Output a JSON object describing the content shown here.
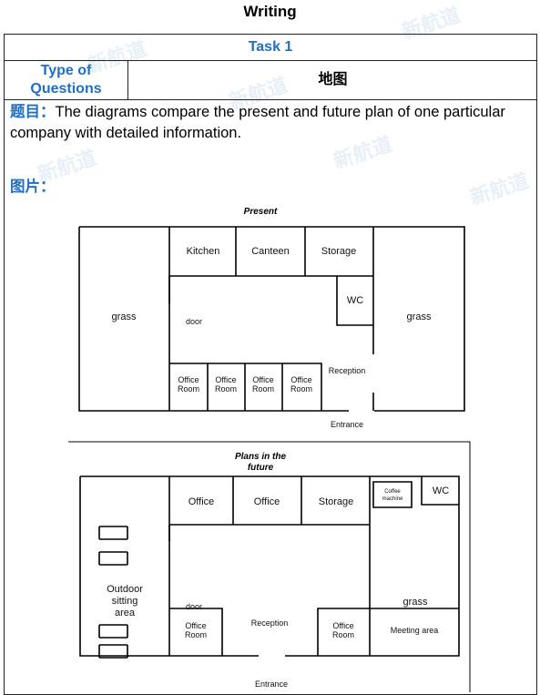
{
  "document": {
    "title": "Writing",
    "task": "Task 1",
    "type_label": "Type of Questions",
    "type_value": "地图",
    "question_label": "题目：",
    "question_text": "The diagrams compare the present and future plan of one particular company with detailed information.",
    "picture_label": "图片："
  },
  "present": {
    "title": "Present",
    "rooms": {
      "kitchen": "Kitchen",
      "canteen": "Canteen",
      "storage": "Storage",
      "wc": "WC",
      "grass_left": "grass",
      "grass_right": "grass",
      "door": "door",
      "office_line1": "Office",
      "office_line2": "Room",
      "reception": "Reception",
      "entrance": "Entrance"
    }
  },
  "future": {
    "title_line1": "Plans in the",
    "title_line2": "future",
    "rooms": {
      "office1": "Office",
      "office2": "Office",
      "storage": "Storage",
      "coffee_line1": "Coffee",
      "coffee_line2": "machine",
      "wc": "WC",
      "outdoor_line1": "Outdoor",
      "outdoor_line2": "sitting",
      "outdoor_line3": "area",
      "door": "door",
      "grass": "grass",
      "office_room_line1": "Office",
      "office_room_line2": "Room",
      "reception": "Reception",
      "meeting": "Meeting area",
      "entrance": "Entrance"
    }
  }
}
